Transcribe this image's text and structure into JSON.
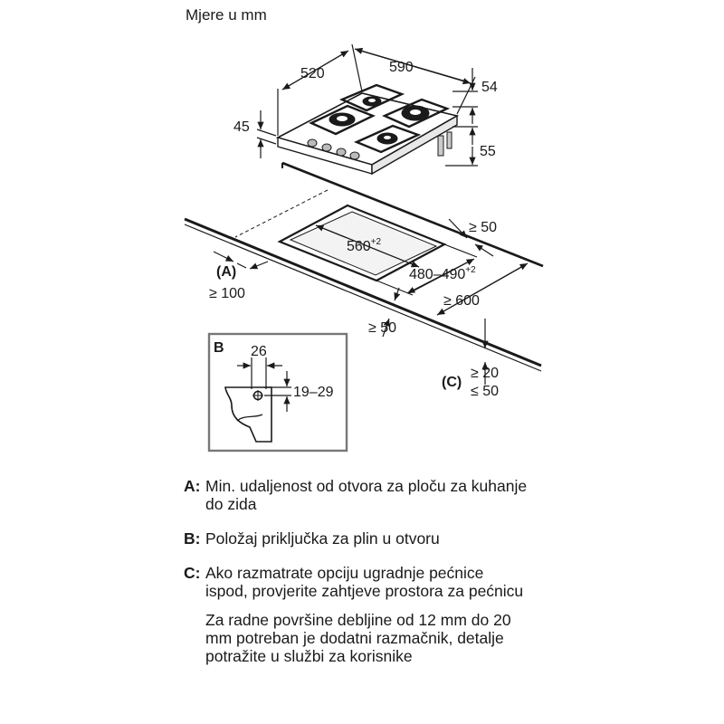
{
  "header": {
    "title": "Mjere u mm"
  },
  "hob_dimensions": {
    "depth": "520",
    "width": "590",
    "top_thickness": "54",
    "side_height": "45",
    "total_height": "55"
  },
  "cutout": {
    "width": "560",
    "width_tol": "+2",
    "depth": "480–490",
    "depth_tol": "+2",
    "rear_clearance": "≥ 50",
    "front_clearance": "≥ 50",
    "side_clearance": "≥ 600",
    "label_a": "(A)",
    "wall_clearance": "≥ 100",
    "label_c": "(C)",
    "c_min": "≥ 20",
    "c_max": "≤ 50"
  },
  "detail_b": {
    "label": "B",
    "width": "26",
    "height": "19–29"
  },
  "legend": {
    "a_key": "A:",
    "a_text": "Min. udaljenost od otvora za ploču za kuhanje do zida",
    "b_key": "B:",
    "b_text": "Položaj priključka za plin u otvoru",
    "c_key": "C:",
    "c_text": "Ako razmatrate opciju ugradnje pećnice ispod, provjerite zahtjeve prostora za pećnicu",
    "c_extra": "Za radne površine debljine od 12 mm do 20 mm potreban je dodatni razmačnik, detalje potražite u službi za korisnike"
  }
}
